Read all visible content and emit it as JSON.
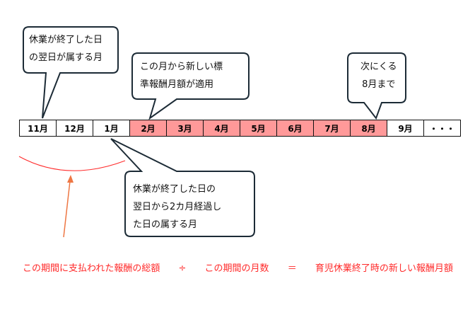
{
  "callouts": [
    {
      "lines": [
        "休業が終了した日",
        "の翌日が属する月"
      ]
    },
    {
      "lines": [
        "この月から新しい標",
        "準報酬月額が適用"
      ]
    },
    {
      "lines": [
        "次にくる",
        "8月まで"
      ]
    },
    {
      "lines": [
        "休業が終了した日の",
        "翌日から2カ月経過し",
        "た日の属する月"
      ]
    }
  ],
  "timeline": [
    {
      "label": "11月",
      "highlight": false
    },
    {
      "label": "12月",
      "highlight": false
    },
    {
      "label": "1月",
      "highlight": false
    },
    {
      "label": "2月",
      "highlight": true
    },
    {
      "label": "3月",
      "highlight": true
    },
    {
      "label": "4月",
      "highlight": true
    },
    {
      "label": "5月",
      "highlight": true
    },
    {
      "label": "6月",
      "highlight": true
    },
    {
      "label": "7月",
      "highlight": true
    },
    {
      "label": "8月",
      "highlight": true
    },
    {
      "label": "9月",
      "highlight": false
    },
    {
      "label": "・・・",
      "highlight": false
    }
  ],
  "formula": {
    "numerator": "この期間に支払われた報酬の総額",
    "divide": "÷",
    "denominator": "この期間の月数",
    "equals": "＝",
    "result": "育児休業終了時の新しい報酬月額"
  },
  "colors": {
    "highlight": "#ff9999",
    "formula": "#ff2a2a",
    "arrow": "#ee7744"
  }
}
